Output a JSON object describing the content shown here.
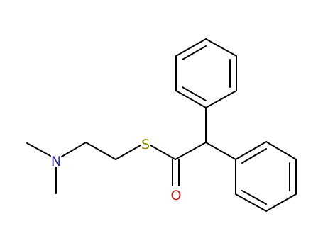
{
  "diagram": {
    "type": "chemical-structure",
    "atoms": {
      "nitrogen": "N",
      "sulfur": "S",
      "oxygen": "O"
    },
    "colors": {
      "bond": "#000000",
      "nitrogen": "#28288f",
      "sulfur": "#8a8a00",
      "oxygen": "#c02020",
      "background": "#ffffff"
    }
  }
}
